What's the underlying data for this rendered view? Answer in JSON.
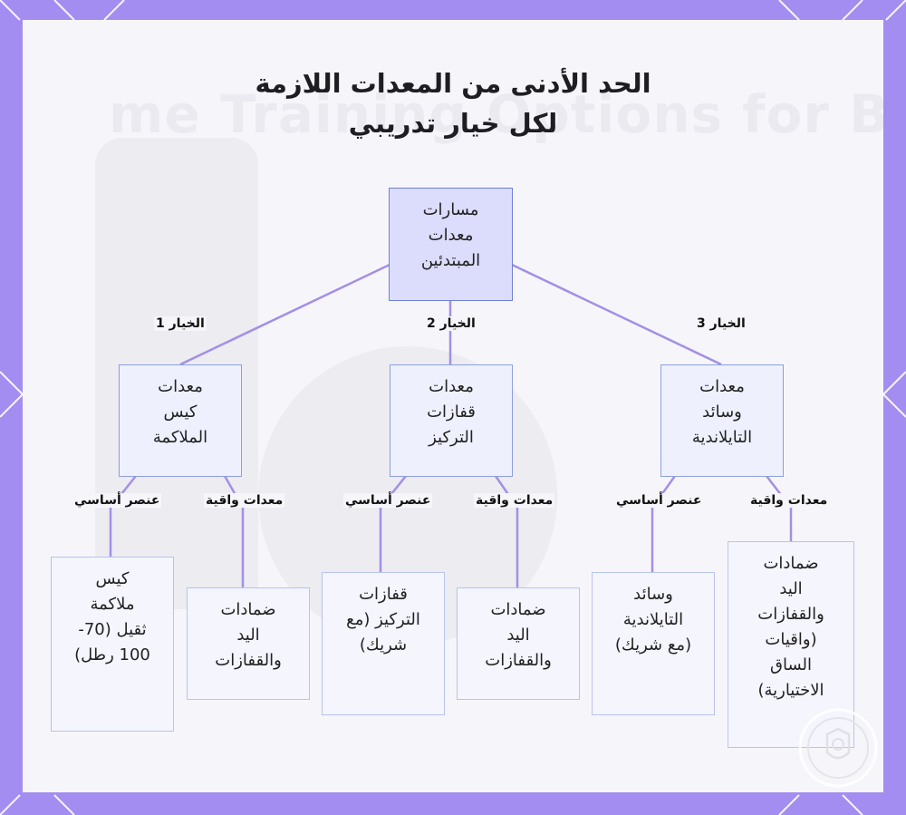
{
  "title_line1": "الحد الأدنى من المعدات اللازمة",
  "title_line2": "لكل خيار تدريبي",
  "root": "مسارات\nمعدات\nالمبتدئين",
  "options": [
    {
      "label": "الخيار 1",
      "box": "معدات\nكيس\nالملاكمة",
      "core_label": "عنصر أساسي",
      "core": "كيس\nملاكمة\nثقيل (70-\n100 رطل)",
      "protect_label": "معدات واقية",
      "protect": "ضمادات\nاليد\nوالقفازات"
    },
    {
      "label": "الخيار 2",
      "box": "معدات\nقفازات\nالتركيز",
      "core_label": "عنصر أساسي",
      "core": "قفازات\nالتركيز (مع\nشريك)",
      "protect_label": "معدات واقية",
      "protect": "ضمادات\nاليد\nوالقفازات"
    },
    {
      "label": "الخيار 3",
      "box": "معدات\nوسائد\nالتايلاندية",
      "core_label": "عنصر أساسي",
      "core": "وسائد\nالتايلاندية\n(مع شريك)",
      "protect_label": "معدات واقية",
      "protect": "ضمادات\nاليد\nوالقفازات\n(واقيات\nالساق\nالاختيارية)"
    }
  ],
  "colors": {
    "frame": "#a48df0",
    "connector": "#a48fe6",
    "root_fill": "#dcdcfc"
  }
}
